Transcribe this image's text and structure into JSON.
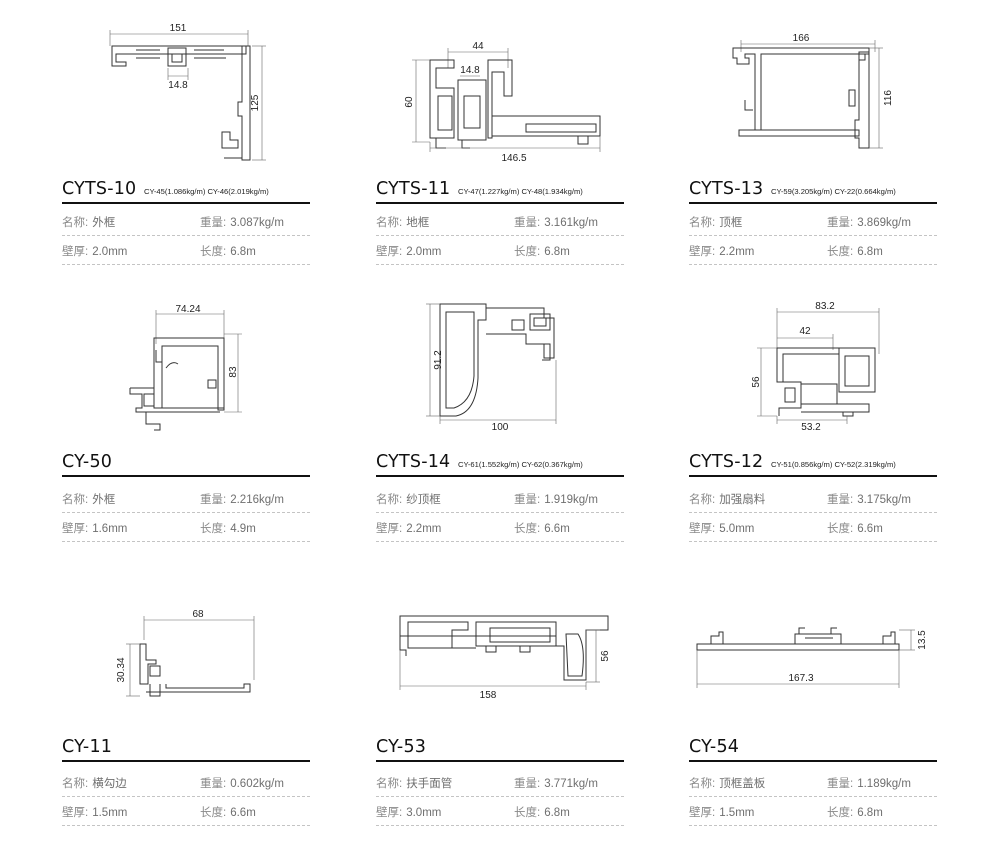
{
  "labels": {
    "name": "名称:",
    "weight": "重量:",
    "thickness": "壁厚:",
    "length": "长度:"
  },
  "products": [
    {
      "code": "CYTS-10",
      "variants": "CY-45(1.086kg/m)  CY-46(2.019kg/m)",
      "name": "外框",
      "weight": "3.087kg/m",
      "thickness": "2.0mm",
      "length": "6.8m",
      "dims": [
        "151",
        "14.8",
        "125"
      ]
    },
    {
      "code": "CYTS-11",
      "variants": "CY-47(1.227kg/m)  CY-48(1.934kg/m)",
      "name": "地框",
      "weight": "3.161kg/m",
      "thickness": "2.0mm",
      "length": "6.8m",
      "dims": [
        "44",
        "14.8",
        "60",
        "146.5"
      ]
    },
    {
      "code": "CYTS-13",
      "variants": "CY-59(3.205kg/m)  CY-22(0.664kg/m)",
      "name": "顶框",
      "weight": "3.869kg/m",
      "thickness": "2.2mm",
      "length": "6.8m",
      "dims": [
        "166",
        "116"
      ]
    },
    {
      "code": "CY-50",
      "variants": "",
      "name": "外框",
      "weight": "2.216kg/m",
      "thickness": "1.6mm",
      "length": "4.9m",
      "dims": [
        "74.24",
        "83"
      ]
    },
    {
      "code": "CYTS-14",
      "variants": "CY-61(1.552kg/m)  CY-62(0.367kg/m)",
      "name": "纱顶框",
      "weight": "1.919kg/m",
      "thickness": "2.2mm",
      "length": "6.6m",
      "dims": [
        "91.2",
        "100"
      ]
    },
    {
      "code": "CYTS-12",
      "variants": "CY-51(0.856kg/m)  CY-52(2.319kg/m)",
      "name": "加强扇料",
      "weight": "3.175kg/m",
      "thickness": "5.0mm",
      "length": "6.6m",
      "dims": [
        "83.2",
        "42",
        "56",
        "53.2"
      ]
    },
    {
      "code": "CY-11",
      "variants": "",
      "name": "横勾边",
      "weight": "0.602kg/m",
      "thickness": "1.5mm",
      "length": "6.6m",
      "dims": [
        "68",
        "30.34"
      ]
    },
    {
      "code": "CY-53",
      "variants": "",
      "name": "扶手面管",
      "weight": "3.771kg/m",
      "thickness": "3.0mm",
      "length": "6.8m",
      "dims": [
        "56",
        "158"
      ]
    },
    {
      "code": "CY-54",
      "variants": "",
      "name": "顶框盖板",
      "weight": "1.189kg/m",
      "thickness": "1.5mm",
      "length": "6.8m",
      "dims": [
        "13.5",
        "167.3"
      ]
    }
  ]
}
